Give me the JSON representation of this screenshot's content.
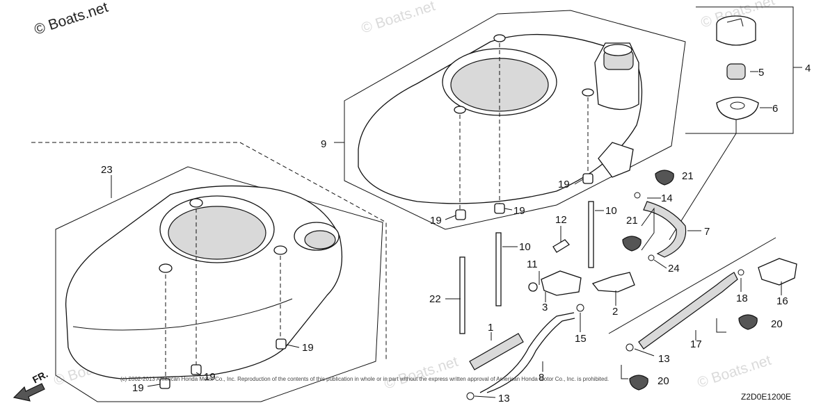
{
  "watermarks": {
    "main": "© Boats.net",
    "faint": "© Boats.net"
  },
  "copyright": "(c) 2002-2013 American Honda Motor Co., Inc. Reproduction of the contents of this publication in whole or in part without the express written approval of American Honda Motor Co., Inc. is prohibited.",
  "diagram_code": "Z2D0E1200E",
  "front_indicator": "FR.",
  "callouts": {
    "c1": "1",
    "c2": "2",
    "c3": "3",
    "c4": "4",
    "c5": "5",
    "c6": "6",
    "c7": "7",
    "c8": "8",
    "c9": "9",
    "c10a": "10",
    "c10b": "10",
    "c11": "11",
    "c12": "12",
    "c13a": "13",
    "c13b": "13",
    "c14": "14",
    "c15": "15",
    "c16": "16",
    "c17": "17",
    "c18": "18",
    "c19a": "19",
    "c19b": "19",
    "c19c": "19",
    "c19d": "19",
    "c19e": "19",
    "c19f": "19",
    "c20a": "20",
    "c20b": "20",
    "c21a": "21",
    "c21b": "21",
    "c22": "22",
    "c23": "23",
    "c24": "24"
  }
}
